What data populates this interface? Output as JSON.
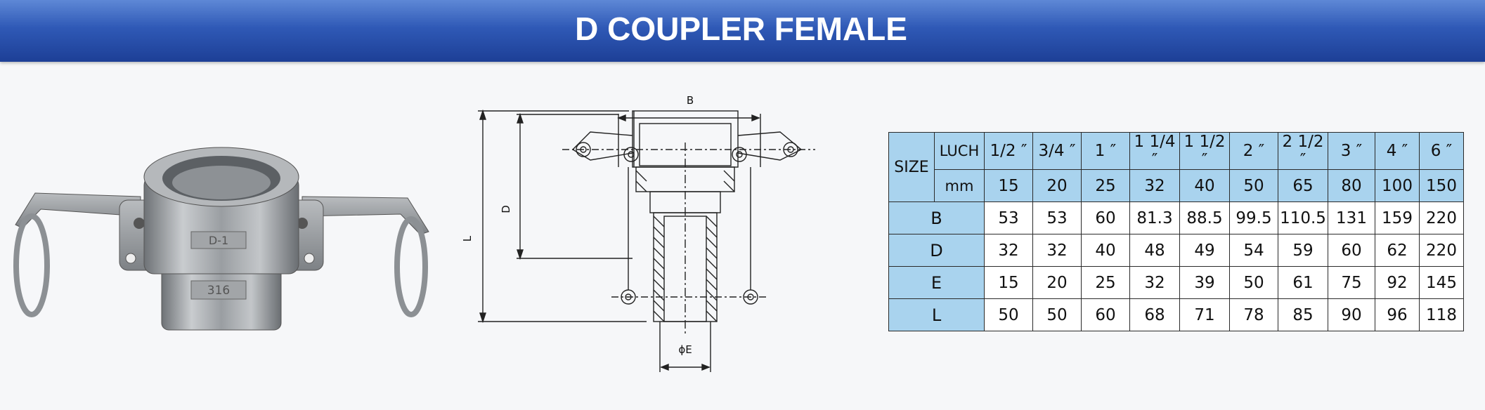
{
  "title": "D COUPLER FEMALE",
  "product_image": {
    "markings": [
      "D-1",
      "316"
    ]
  },
  "drawing": {
    "labels": {
      "B": "B",
      "D": "D",
      "L": "L",
      "E": "ϕE"
    }
  },
  "table": {
    "size_label": "SIZE",
    "inch_label": "LUCH",
    "mm_label": "mm",
    "inch_sizes": [
      "1/2 ″",
      "3/4 ″",
      "1 ″",
      "1 1/4 ″",
      "1 1/2 ″",
      "2 ″",
      "2 1/2 ″",
      "3 ″",
      "4 ″",
      "6 ″"
    ],
    "mm_sizes": [
      "15",
      "20",
      "25",
      "32",
      "40",
      "50",
      "65",
      "80",
      "100",
      "150"
    ],
    "rows": [
      {
        "label": "B",
        "values": [
          "53",
          "53",
          "60",
          "81.3",
          "88.5",
          "99.5",
          "110.5",
          "131",
          "159",
          "220"
        ]
      },
      {
        "label": "D",
        "values": [
          "32",
          "32",
          "40",
          "48",
          "49",
          "54",
          "59",
          "60",
          "62",
          "220"
        ]
      },
      {
        "label": "E",
        "values": [
          "15",
          "20",
          "25",
          "32",
          "39",
          "50",
          "61",
          "75",
          "92",
          "145"
        ]
      },
      {
        "label": "L",
        "values": [
          "50",
          "50",
          "60",
          "68",
          "71",
          "78",
          "85",
          "90",
          "96",
          "118"
        ]
      }
    ]
  },
  "colors": {
    "banner": "#2f59b6",
    "table_header": "#a9d3ee"
  }
}
